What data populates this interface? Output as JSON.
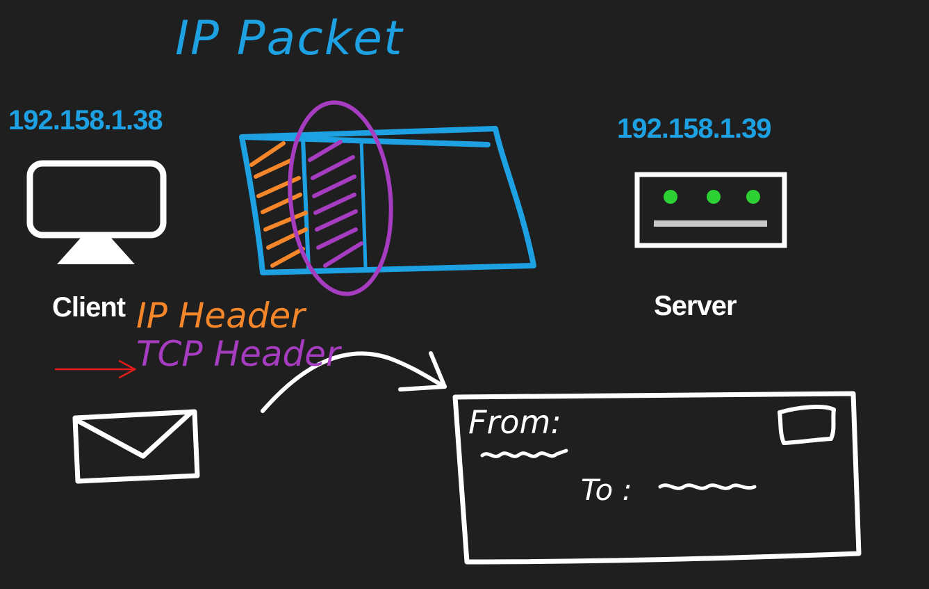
{
  "title": "IP Packet",
  "client": {
    "ip": "192.158.1.38",
    "label": "Client"
  },
  "server": {
    "ip": "192.158.1.39",
    "label": "Server"
  },
  "legend": {
    "ip_header": "IP Header",
    "tcp_header": "TCP Header"
  },
  "envelope": {
    "from": "From:",
    "to": "To :"
  },
  "colors": {
    "background": "#1f1f1f",
    "ip_blue": "#1da1e2",
    "ip_header": "#f5862a",
    "tcp_header": "#a63cc0",
    "white": "#ffffff",
    "server_led": "#2ed134",
    "arrow_red": "#e21b1b"
  }
}
